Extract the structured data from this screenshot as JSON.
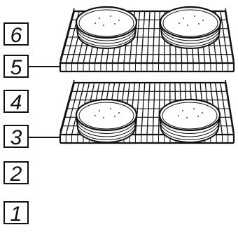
{
  "rack_positions": [
    "6",
    "5",
    "4",
    "3",
    "2",
    "1"
  ],
  "racks": [
    {
      "position": "5",
      "pans": 2
    },
    {
      "position": "3",
      "pans": 2
    }
  ],
  "line_color": "#111111",
  "background_color": "#ffffff"
}
